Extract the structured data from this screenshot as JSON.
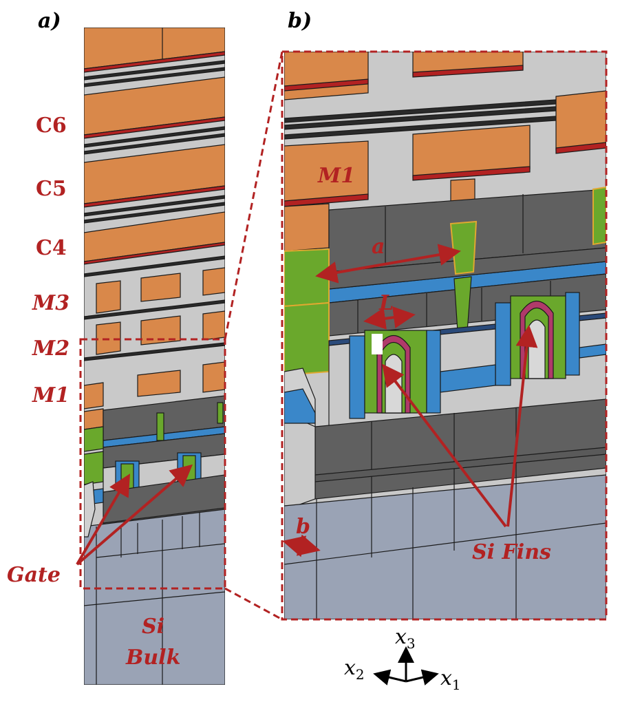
{
  "panels": {
    "a": "a)",
    "b": "b)"
  },
  "panel_a": {
    "layers": {
      "c6": "C6",
      "c5": "C5",
      "c4": "C4",
      "m3": "M3",
      "m2": "M2",
      "m1": "M1"
    },
    "gate": "Gate",
    "si_bulk_line1": "Si",
    "si_bulk_line2": "Bulk"
  },
  "panel_b": {
    "m1": "M1",
    "a": "a",
    "L": "L",
    "b": "b",
    "si_fins": "Si Fins"
  },
  "axes": {
    "x3": "x",
    "x3_sub": "3",
    "x2": "x",
    "x2_sub": "2",
    "x1": "x",
    "x1_sub": "1"
  },
  "colors": {
    "copper": "#d9884a",
    "oxide": "#c9c9c9",
    "green": "#6aa82c",
    "blue": "#3a87c9",
    "dark": "#606060",
    "bulk": "#9aa3b5",
    "accent": "#b22222"
  }
}
